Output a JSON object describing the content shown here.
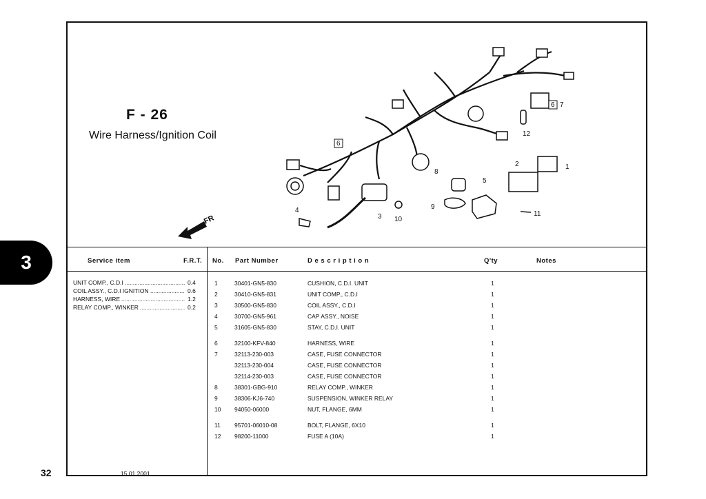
{
  "section": {
    "code": "F - 26",
    "name": "Wire Harness/Ignition Coil"
  },
  "chapter_tab": "3",
  "page_number": "32",
  "date": "15.01.2001",
  "diagram": {
    "direction_label": "FR",
    "callouts": [
      "1",
      "2",
      "3",
      "4",
      "5",
      "6",
      "6",
      "7",
      "8",
      "9",
      "10",
      "11",
      "12"
    ]
  },
  "headers": {
    "service_item": "Service  item",
    "frt": "F.R.T.",
    "no": "No.",
    "part_number": "Part  Number",
    "description": "D e s c r i p t i o n",
    "qty": "Q'ty",
    "notes": "Notes"
  },
  "service_items": [
    {
      "name": "UNIT COMP., C.D.I",
      "frt": "0.4"
    },
    {
      "name": "COIL ASSY., C.D.I IGNITION",
      "frt": "0.6"
    },
    {
      "name": "HARNESS, WIRE",
      "frt": "1.2"
    },
    {
      "name": "RELAY COMP., WINKER",
      "frt": "0.2"
    }
  ],
  "parts": [
    {
      "no": "1",
      "pn": "30401-GN5-830",
      "desc": "CUSHION, C.D.I. UNIT",
      "qty": "1"
    },
    {
      "no": "2",
      "pn": "30410-GN5-831",
      "desc": "UNIT COMP., C.D.I",
      "qty": "1"
    },
    {
      "no": "3",
      "pn": "30500-GN5-830",
      "desc": "COIL ASSY., C.D.I",
      "qty": "1"
    },
    {
      "no": "4",
      "pn": "30700-GN5-961",
      "desc": "CAP ASSY., NOISE",
      "qty": "1"
    },
    {
      "no": "5",
      "pn": "31605-GN5-830",
      "desc": "STAY, C.D.I. UNIT",
      "qty": "1"
    },
    {
      "no": "6",
      "pn": "32100-KFV-840",
      "desc": "HARNESS, WIRE",
      "qty": "1"
    },
    {
      "no": "7",
      "pn": "32113-230-003",
      "desc": "CASE, FUSE CONNECTOR",
      "qty": "1"
    },
    {
      "no": "",
      "pn": "32113-230-004",
      "desc": "CASE, FUSE CONNECTOR",
      "qty": "1"
    },
    {
      "no": "",
      "pn": "32114-230-003",
      "desc": "CASE, FUSE CONNECTOR",
      "qty": "1"
    },
    {
      "no": "8",
      "pn": "38301-GBG-910",
      "desc": "RELAY COMP., WINKER",
      "qty": "1"
    },
    {
      "no": "9",
      "pn": "38306-KJ6-740",
      "desc": "SUSPENSION, WINKER RELAY",
      "qty": "1"
    },
    {
      "no": "10",
      "pn": "94050-06000",
      "desc": "NUT, FLANGE, 6MM",
      "qty": "1"
    },
    {
      "no": "11",
      "pn": "95701-06010-08",
      "desc": "BOLT, FLANGE, 6X10",
      "qty": "1"
    },
    {
      "no": "12",
      "pn": "98200-11000",
      "desc": "FUSE A (10A)",
      "qty": "1"
    }
  ]
}
